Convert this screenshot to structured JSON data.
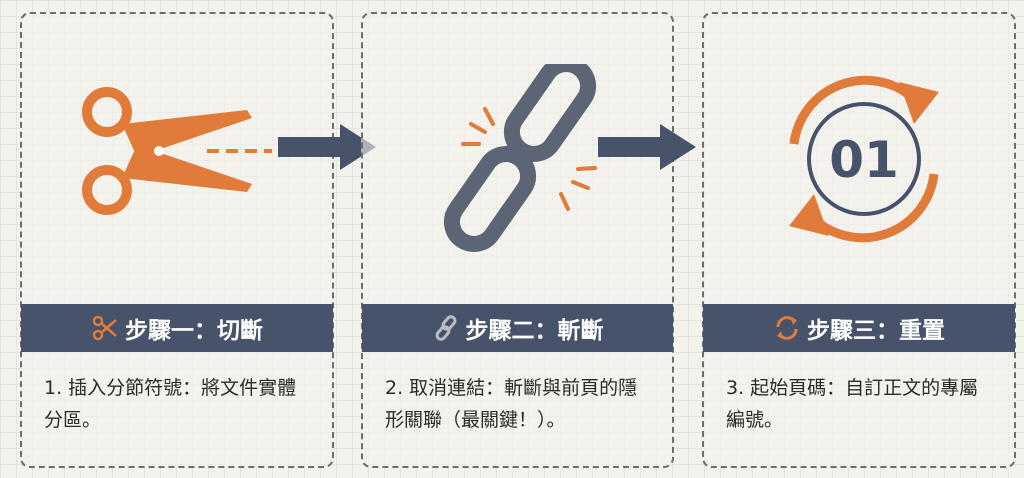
{
  "steps": [
    {
      "title": "步驟一：切斷",
      "description": "1. 插入分節符號：將文件實體分區。",
      "icon": "scissors-icon"
    },
    {
      "title": "步驟二：斷斷",
      "description": "2. 取消連結：斬斷與前頁的隱形關聯（最關鍵！）。",
      "icon": "broken-link-icon"
    },
    {
      "title": "步驟三：重置",
      "description": "3. 起始頁碼：自訂正文的專屬編號。",
      "icon": "reset-cycle-icon",
      "badge": "01"
    }
  ],
  "colors": {
    "orange": "#e07b39",
    "navy": "#46536a",
    "gray": "#5c6575"
  }
}
